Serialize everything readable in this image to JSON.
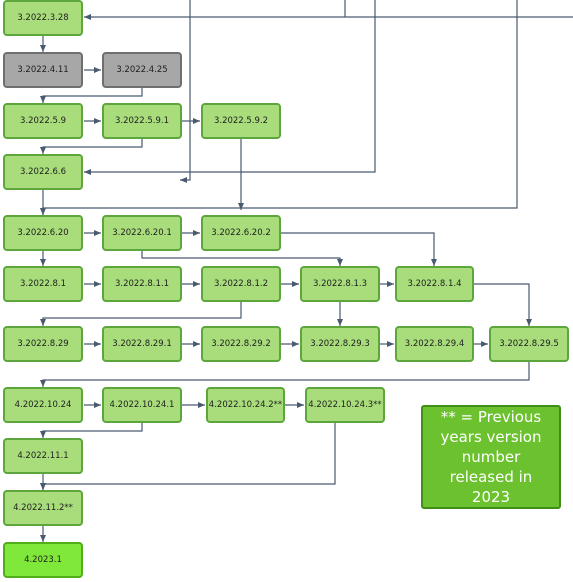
{
  "colors": {
    "node_fill": "#a9dd7c",
    "node_border": "#5da63b",
    "gray_fill": "#a7a7a7",
    "latest_fill": "#7fe83a",
    "legend_fill": "#6cc12e",
    "edge": "#4a5a70"
  },
  "nodes": {
    "n3_2022_3_28": "3.2022.3.28",
    "n3_2022_4_11": "3.2022.4.11",
    "n3_2022_4_25": "3.2022.4.25",
    "n3_2022_5_9": "3.2022.5.9",
    "n3_2022_5_9_1": "3.2022.5.9.1",
    "n3_2022_5_9_2": "3.2022.5.9.2",
    "n3_2022_6_6": "3.2022.6.6",
    "n3_2022_6_20": "3.2022.6.20",
    "n3_2022_6_20_1": "3.2022.6.20.1",
    "n3_2022_6_20_2": "3.2022.6.20.2",
    "n3_2022_8_1": "3.2022.8.1",
    "n3_2022_8_1_1": "3.2022.8.1.1",
    "n3_2022_8_1_2": "3.2022.8.1.2",
    "n3_2022_8_1_3": "3.2022.8.1.3",
    "n3_2022_8_1_4": "3.2022.8.1.4",
    "n3_2022_8_29": "3.2022.8.29",
    "n3_2022_8_29_1": "3.2022.8.29.1",
    "n3_2022_8_29_2": "3.2022.8.29.2",
    "n3_2022_8_29_3": "3.2022.8.29.3",
    "n3_2022_8_29_4": "3.2022.8.29.4",
    "n3_2022_8_29_5": "3.2022.8.29.5",
    "n4_2022_10_24": "4.2022.10.24",
    "n4_2022_10_24_1": "4.2022.10.24.1",
    "n4_2022_10_24_2": "4.2022.10.24.2**",
    "n4_2022_10_24_3": "4.2022.10.24.3**",
    "n4_2022_11_1": "4.2022.11.1",
    "n4_2022_11_2": "4.2022.11.2**",
    "n4_2023_1": "4.2023.1"
  },
  "legend": {
    "text": "** = Previous years version number released in 2023"
  }
}
